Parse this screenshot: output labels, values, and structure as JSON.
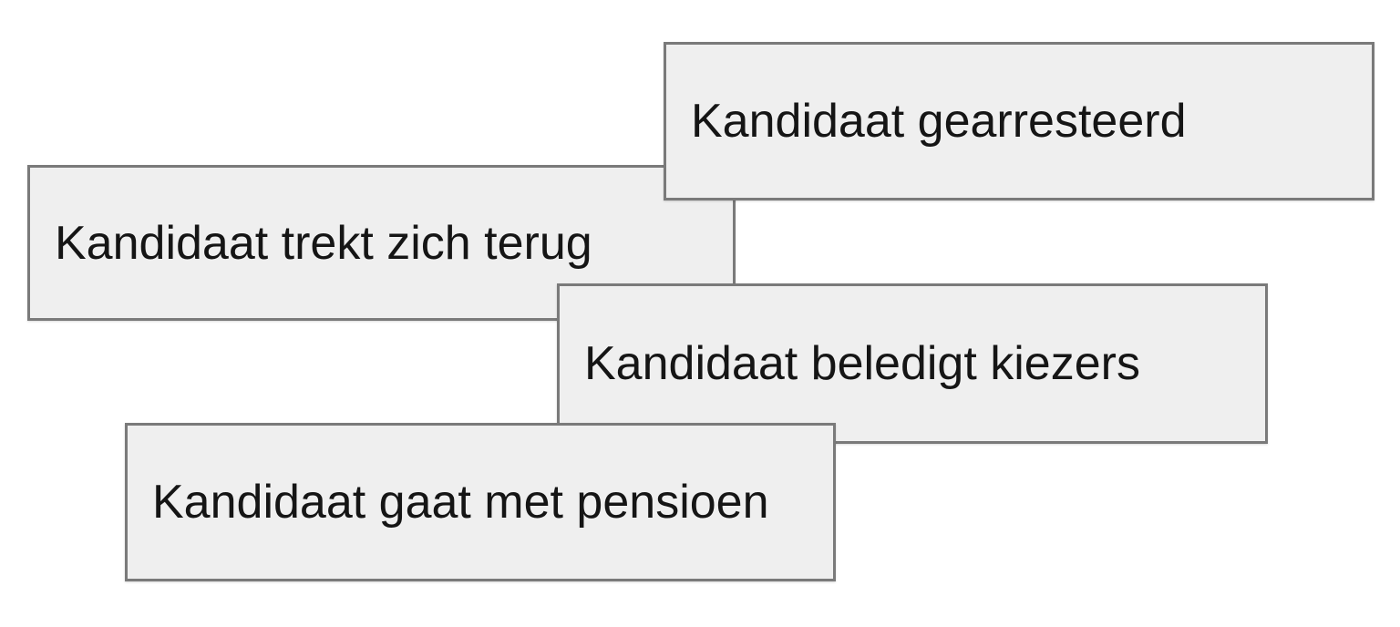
{
  "cards": [
    {
      "label": "Kandidaat gearresteerd"
    },
    {
      "label": "Kandidaat trekt zich terug"
    },
    {
      "label": "Kandidaat beledigt kiezers"
    },
    {
      "label": "Kandidaat gaat met pensioen"
    }
  ],
  "colors": {
    "background": "#ffffff",
    "card_fill": "#efefef",
    "card_border": "#7a7a7a",
    "card_text": "#151515"
  }
}
